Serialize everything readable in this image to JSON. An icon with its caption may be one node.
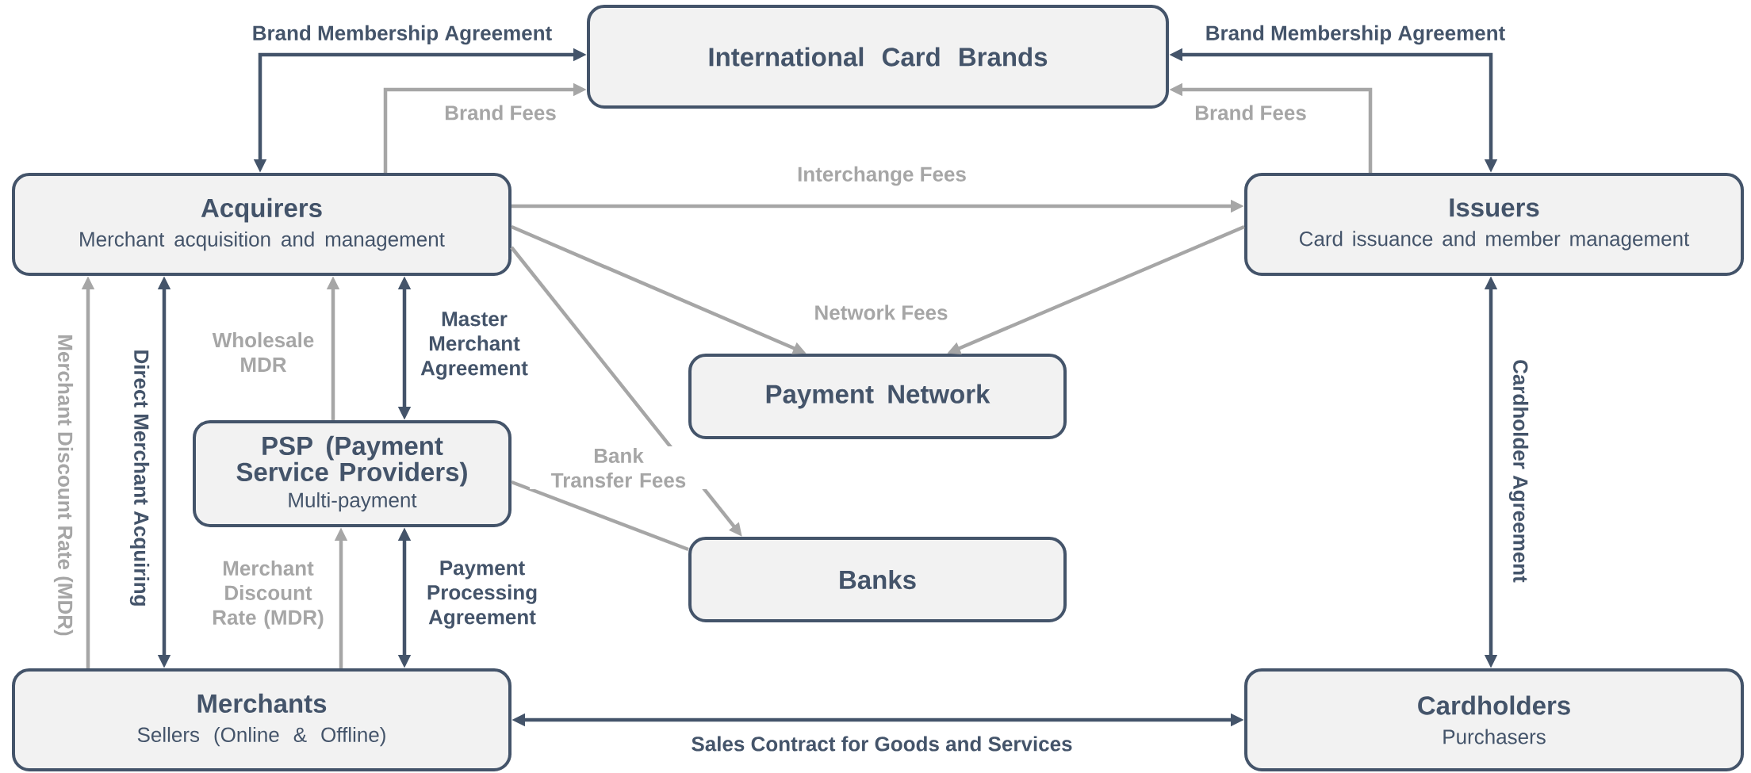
{
  "diagram": {
    "nodes": [
      {
        "text": [
          "International Card Brands"
        ]
      },
      {
        "text": [
          "Acquirers",
          "Merchant acquisition and management"
        ]
      },
      {
        "text": [
          "Issuers",
          "Card issuance and member management"
        ]
      },
      {
        "text": [
          "Payment Network"
        ]
      },
      {
        "text": [
          "PSP (Payment Service Providers)",
          "Multi-payment"
        ]
      },
      {
        "text": [
          "Banks"
        ]
      },
      {
        "text": [
          "Merchants",
          "Sellers (Online & Offline)"
        ]
      },
      {
        "text": [
          "Cardholders",
          "Purchasers"
        ]
      }
    ],
    "edges": [
      {
        "from": 1,
        "to": 0,
        "arrow": "both",
        "label": "Brand Membership Agreement",
        "color": "#44546a"
      },
      {
        "from": 1,
        "to": 0,
        "arrow": "to",
        "label": "Brand Fees"
      },
      {
        "from": 2,
        "to": 0,
        "arrow": "both",
        "label": "Brand Membership Agreement",
        "color": "#44546a"
      },
      {
        "from": 2,
        "to": 0,
        "arrow": "to",
        "label": "Brand Fees"
      },
      {
        "from": 1,
        "to": 2,
        "arrow": "to",
        "label": "Interchange Fees"
      },
      {
        "from": 1,
        "to": 3,
        "arrow": "to",
        "label": "Network Fees"
      },
      {
        "from": 2,
        "to": 3,
        "arrow": "to"
      },
      {
        "from": 1,
        "to": 5,
        "arrow": "to"
      },
      {
        "from": 4,
        "to": 5,
        "arrow": "none",
        "label": "Bank Transfer Fees"
      },
      {
        "from": 6,
        "to": 1,
        "arrow": "to",
        "label": "Merchant Discount Rate (MDR)"
      },
      {
        "from": 1,
        "to": 6,
        "arrow": "both",
        "label": "Direct Merchant Acquiring",
        "color": "#44546a"
      },
      {
        "from": 4,
        "to": 1,
        "arrow": "to",
        "label": "Wholesale MDR"
      },
      {
        "from": 1,
        "to": 4,
        "arrow": "both",
        "label": "Master Merchant Agreement",
        "color": "#44546a"
      },
      {
        "from": 6,
        "to": 4,
        "arrow": "to",
        "label": "Merchant Discount Rate (MDR)"
      },
      {
        "from": 4,
        "to": 6,
        "arrow": "both",
        "label": "Payment Processing Agreement",
        "color": "#44546a"
      },
      {
        "from": 2,
        "to": 7,
        "arrow": "both",
        "label": "Cardholder Agreement",
        "color": "#44546a"
      },
      {
        "from": 6,
        "to": 7,
        "arrow": "both",
        "label": "Sales Contract for Goods and Services",
        "color": "#44546a"
      }
    ]
  }
}
